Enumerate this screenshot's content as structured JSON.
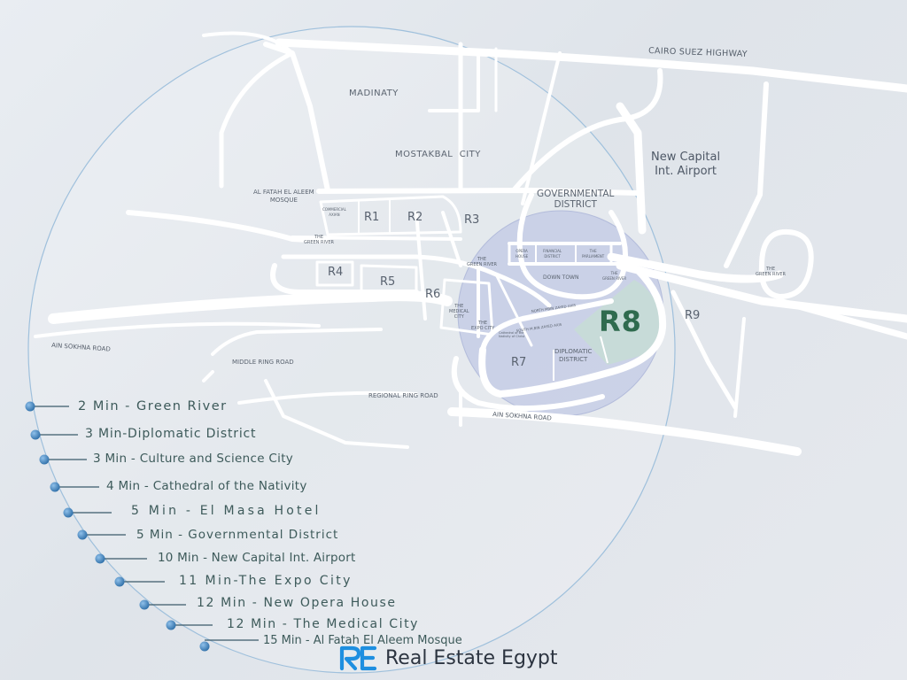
{
  "map": {
    "areas": {
      "madinaty": "MADINATY",
      "mostakbal": "MOSTAKBAL  CITY",
      "governmental": "GOVERNMENTAL\nDISTRICT",
      "airport": "New Capital\nInt. Airport",
      "fatah_mosque": "AL FATAH EL ALEEM\nMOSQUE",
      "green_river_left": "THE\nGREEN RIVER",
      "green_river_mid": "THE\nGREEN RIVER",
      "green_river_right": "THE\nGREEN RIVER",
      "commercial_axis": "COMMERCIAL\nAXIAN",
      "opera_house": "OPERA\nHOUSE",
      "financial": "FINANCIAL\nDISTRICT",
      "parliament": "THE\nPARLIAMENT",
      "down_town": "DOWN TOWN",
      "diplomatic": "DIPLOMATIC\nDISTRICT",
      "medical_city": "THE\nMEDICAL\nCITY",
      "expo_city": "THE\nEXPO CITY",
      "cathedral": "Cathedral of the\nNativity of Christ",
      "north_road": "NORTH MBIN ZAYED AXIS",
      "south_road": "SOUTH M.BIN ZAYED AXIS",
      "green_river_small": "THE\nGREEN RIVER"
    },
    "roads": {
      "cairo_suez": "CAIRO SUEZ HIGHWAY",
      "ain_sokhna_left": "AIN SOKHNA ROAD",
      "ain_sokhna_bottom": "AIN SOKHNA ROAD",
      "middle_ring": "MIDDLE RING ROAD",
      "regional_ring": "REGIONAL RING ROAD"
    },
    "zones": {
      "r1": "R1",
      "r2": "R2",
      "r3": "R3",
      "r4": "R4",
      "r5": "R5",
      "r6": "R6",
      "r7": "R7",
      "r8": "R8",
      "r9": "R9"
    }
  },
  "distances": [
    "2 Min - Green River",
    "3 Min-Diplomatic District",
    "3 Min - Culture and Science City",
    "4 Min - Cathedral of the Nativity",
    "5 Min - El Masa Hotel",
    "5 Min - Governmental District",
    "10 Min - New Capital Int. Airport",
    "11 Min-The Expo City",
    "12 Min - New Opera House",
    "12 Min - The Medical City",
    "15 Min - Al Fatah El Aleem Mosque"
  ],
  "brand": {
    "name": "Real Estate Egypt"
  },
  "colors": {
    "accent": "#2f6b4e",
    "dot": "#3c7bb5",
    "brand_blue": "#1e8fe0"
  }
}
